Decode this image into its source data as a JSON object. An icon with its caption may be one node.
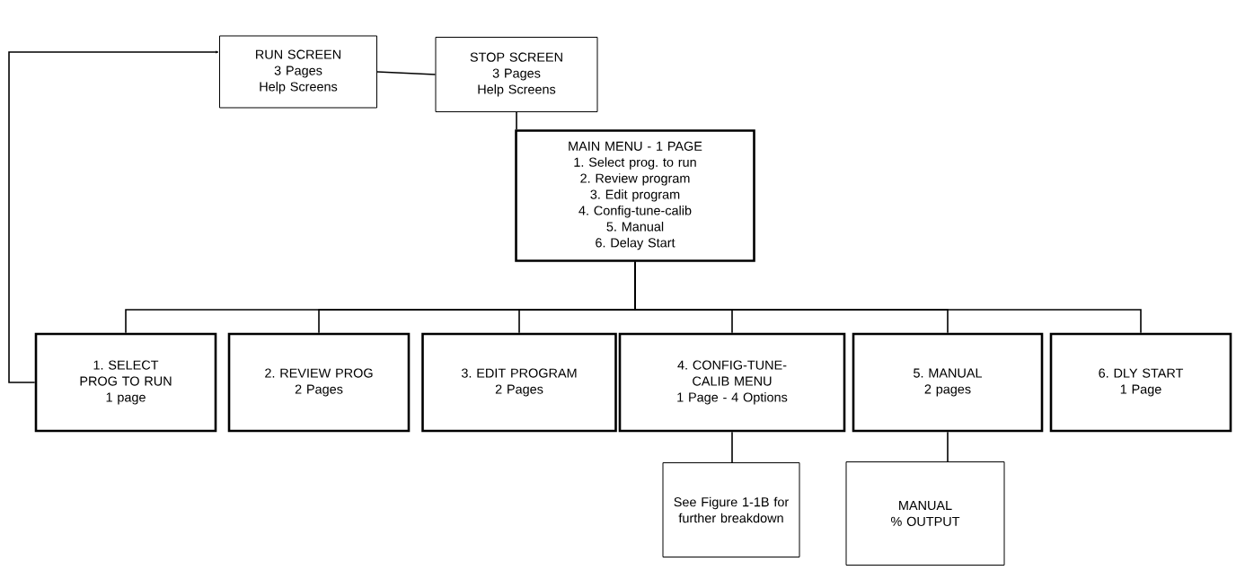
{
  "diagram": {
    "nodes": [
      {
        "text": [
          "RUN SCREEN",
          "3 Pages",
          "Help Screens"
        ]
      },
      {
        "text": [
          "STOP SCREEN",
          "3 Pages",
          "Help Screens"
        ]
      },
      {
        "text": [
          "MAIN MENU - 1 PAGE",
          "1. Select prog. to run",
          "2. Review program",
          "3. Edit program",
          "4. Config-tune-calib",
          "5. Manual",
          "6. Delay Start"
        ]
      },
      {
        "text": [
          "1. SELECT PROG TO RUN",
          "1 page"
        ]
      },
      {
        "text": [
          "2. REVIEW PROG",
          "2 Pages"
        ]
      },
      {
        "text": [
          "3. EDIT PROGRAM",
          "2 Pages"
        ]
      },
      {
        "text": [
          "4. CONFIG-TUNE-CALIB MENU",
          "1 Page - 4 Options"
        ]
      },
      {
        "text": [
          "5. MANUAL",
          "2 pages"
        ]
      },
      {
        "text": [
          "6. DLY START",
          "1 Page"
        ]
      },
      {
        "text": [
          "See Figure 1-1B for further breakdown"
        ]
      },
      {
        "text": [
          "MANUAL % OUTPUT"
        ]
      }
    ],
    "edges": [
      {
        "from": 0,
        "to": 1,
        "arrow": "none"
      },
      {
        "from": 1,
        "to": 2,
        "arrow": "none"
      },
      {
        "from": 2,
        "to": 3,
        "arrow": "none"
      },
      {
        "from": 2,
        "to": 4,
        "arrow": "none"
      },
      {
        "from": 2,
        "to": 5,
        "arrow": "none"
      },
      {
        "from": 2,
        "to": 6,
        "arrow": "none"
      },
      {
        "from": 2,
        "to": 7,
        "arrow": "none"
      },
      {
        "from": 2,
        "to": 8,
        "arrow": "none"
      },
      {
        "from": 3,
        "to": 0,
        "arrow": "to"
      },
      {
        "from": 6,
        "to": 9,
        "arrow": "none"
      },
      {
        "from": 7,
        "to": 10,
        "arrow": "none"
      }
    ]
  }
}
